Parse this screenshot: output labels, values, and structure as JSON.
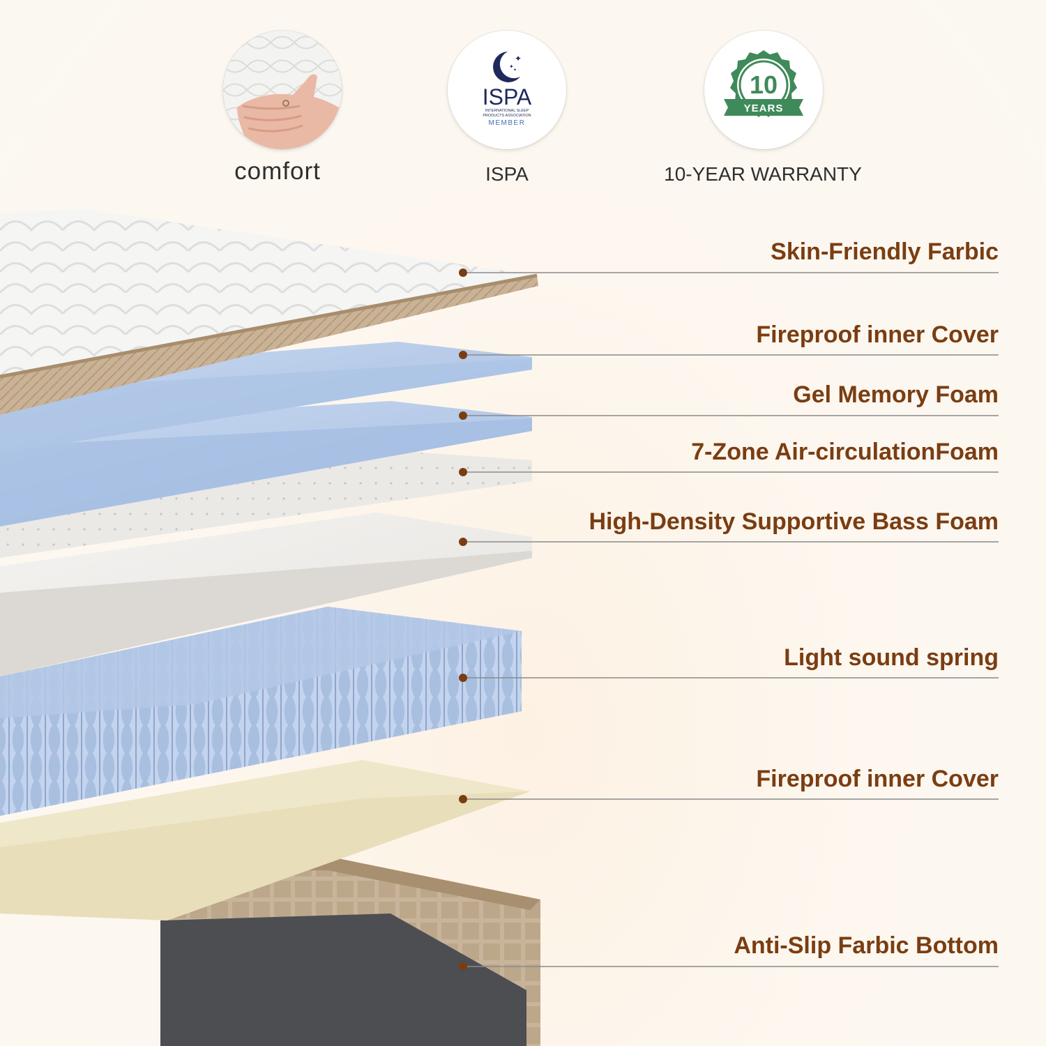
{
  "badges": [
    {
      "id": "comfort",
      "caption": "comfort",
      "icon": "hand-pressing-mattress-icon"
    },
    {
      "id": "ispa",
      "caption": "ISPA",
      "icon": "crescent-moon-stars-icon",
      "logo_word": "ISPA",
      "logo_sub1": "INTERNATIONAL SLEEP",
      "logo_sub2": "PRODUCTS ASSOCIATION",
      "logo_member": "MEMBER"
    },
    {
      "id": "warranty",
      "caption": "10-YEAR WARRANTY",
      "icon": "warranty-seal-icon",
      "seal_number": "10",
      "seal_word": "YEARS"
    }
  ],
  "layers": [
    {
      "label": "Skin-Friendly Farbic"
    },
    {
      "label": "Fireproof inner Cover"
    },
    {
      "label": "Gel Memory Foam"
    },
    {
      "label": "7-Zone Air-circulationFoam"
    },
    {
      "label": "High-Density Supportive Bass Foam"
    },
    {
      "label": "Light sound spring"
    },
    {
      "label": "Fireproof inner Cover"
    },
    {
      "label": "Anti-Slip Farbic Bottom"
    }
  ],
  "colors": {
    "label_text": "#7a3d12",
    "dot": "#7a3d12",
    "leader_line": "#8a8a8a",
    "warranty_green": "#3f8a5a",
    "ispa_navy": "#1f2a5c",
    "ispa_blue": "#3f6fb5"
  }
}
